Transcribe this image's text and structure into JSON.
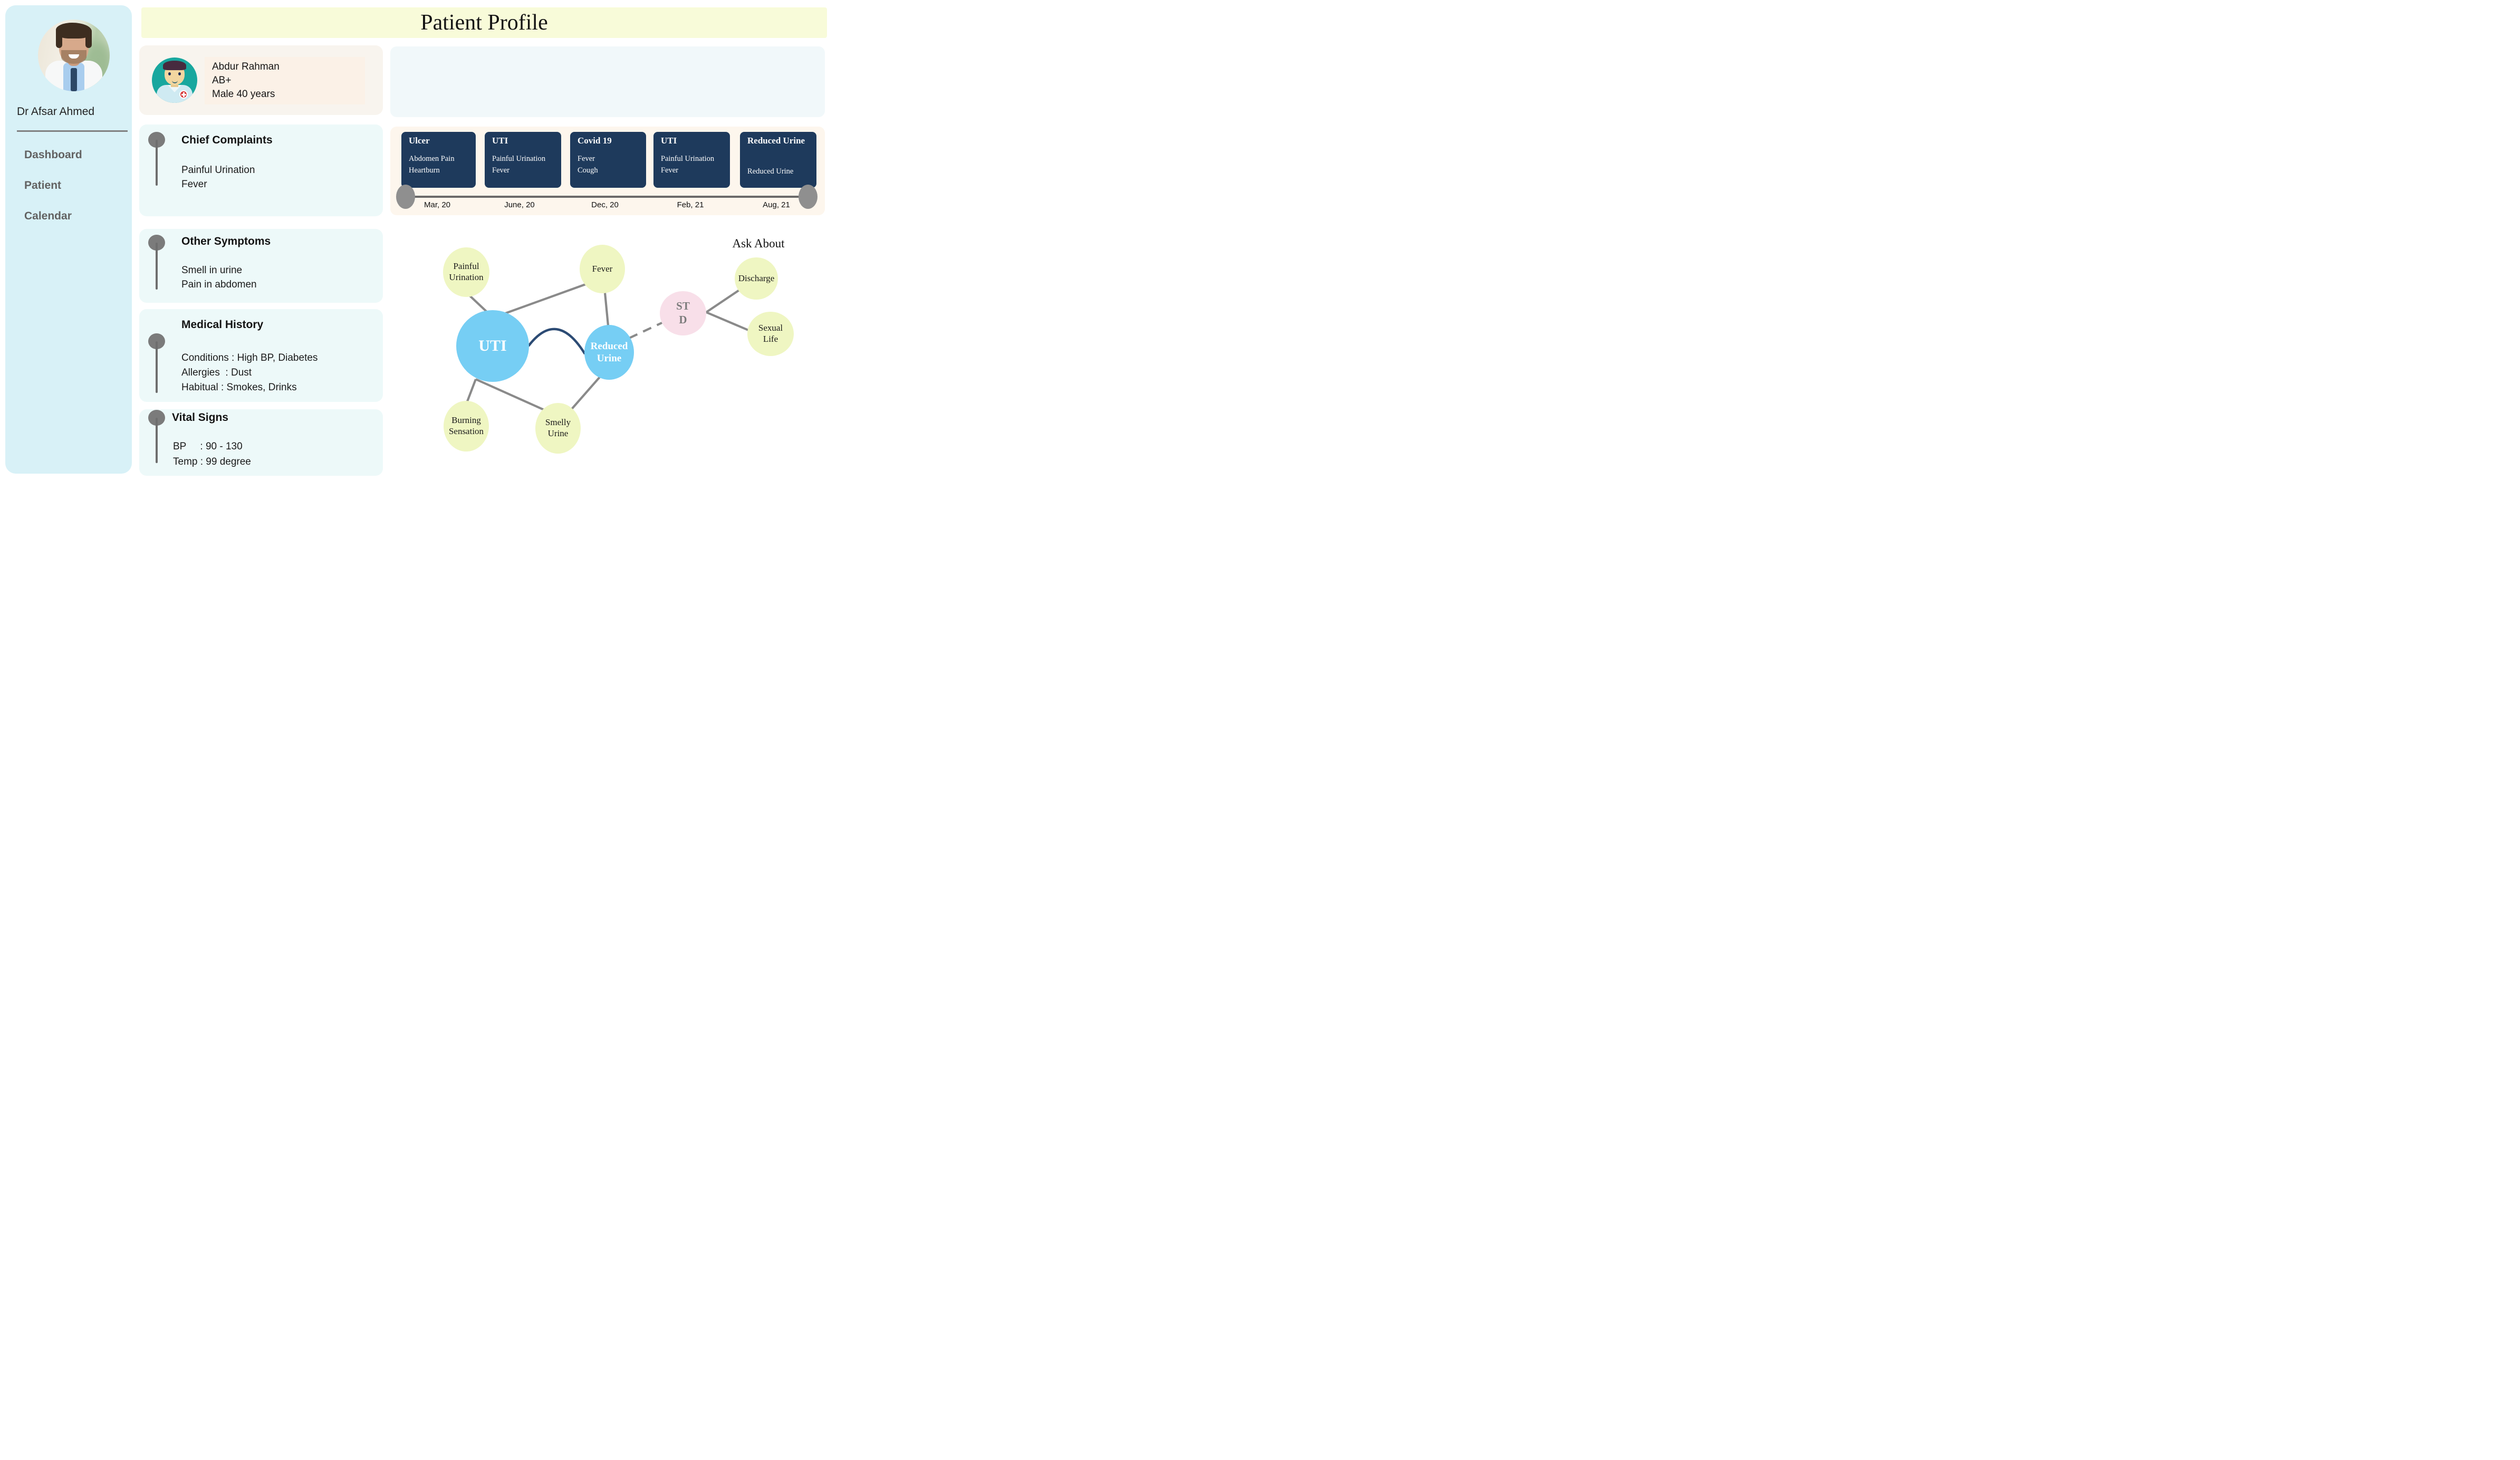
{
  "header": {
    "title": "Patient Profile"
  },
  "sidebar": {
    "doctor_name": "Dr Afsar Ahmed",
    "menu": [
      {
        "label": "Dashboard"
      },
      {
        "label": "Patient"
      },
      {
        "label": "Calendar"
      }
    ]
  },
  "patient_card": {
    "name": "Abdur Rahman",
    "blood_group": "AB+",
    "age_sex": "Male 40 years"
  },
  "sections": [
    {
      "title": "Chief Complaints",
      "items": [
        "Painful Urination",
        "Fever"
      ]
    },
    {
      "title": "Other Symptoms",
      "items": [
        "Smell in urine",
        "Pain in abdomen"
      ]
    },
    {
      "title": "Medical History",
      "items": [
        "Conditions : High BP, Diabetes",
        "Allergies  : Dust",
        "Habitual : Smokes, Drinks"
      ]
    },
    {
      "title": "Vital Signs",
      "items": [
        "BP     : 90 - 130",
        "Temp : 99 degree"
      ]
    }
  ],
  "timeline": {
    "events": [
      {
        "title": "Ulcer",
        "details": [
          "Abdomen Pain",
          "Heartburn"
        ],
        "date": "Mar, 20"
      },
      {
        "title": "UTI",
        "details": [
          "Painful Urination",
          "Fever"
        ],
        "date": "June, 20"
      },
      {
        "title": "Covid 19",
        "details": [
          "Fever",
          "Cough"
        ],
        "date": "Dec, 20"
      },
      {
        "title": "UTI",
        "details": [
          "Painful Urination",
          "Fever"
        ],
        "date": "Feb, 21"
      },
      {
        "title": "Reduced Urine",
        "details": [
          "Reduced Urine"
        ],
        "date": "Aug, 21"
      }
    ]
  },
  "network": {
    "annotation": "Ask About",
    "nodes": [
      {
        "id": "painful-urination",
        "lines": [
          "Painful",
          "Urination"
        ]
      },
      {
        "id": "fever",
        "lines": [
          "Fever"
        ]
      },
      {
        "id": "uti",
        "lines": [
          "UTI"
        ]
      },
      {
        "id": "reduced-urine",
        "lines": [
          "Reduced",
          "Urine"
        ]
      },
      {
        "id": "std",
        "lines": [
          "ST",
          "D"
        ]
      },
      {
        "id": "discharge",
        "lines": [
          "Discharge"
        ]
      },
      {
        "id": "sexual-life",
        "lines": [
          "Sexual",
          "Life"
        ]
      },
      {
        "id": "burning-sensation",
        "lines": [
          "Burning",
          "Sensation"
        ]
      },
      {
        "id": "smelly-urine",
        "lines": [
          "Smelly",
          "Urine"
        ]
      }
    ],
    "edges": [
      {
        "from": "painful-urination",
        "to": "uti",
        "style": "solid"
      },
      {
        "from": "fever",
        "to": "uti",
        "style": "solid"
      },
      {
        "from": "fever",
        "to": "reduced-urine",
        "style": "solid"
      },
      {
        "from": "uti",
        "to": "reduced-urine",
        "style": "curved-navy"
      },
      {
        "from": "uti",
        "to": "burning-sensation",
        "style": "solid"
      },
      {
        "from": "uti",
        "to": "smelly-urine",
        "style": "solid"
      },
      {
        "from": "smelly-urine",
        "to": "reduced-urine",
        "style": "solid"
      },
      {
        "from": "reduced-urine",
        "to": "std",
        "style": "dashed"
      },
      {
        "from": "std",
        "to": "discharge",
        "style": "solid"
      },
      {
        "from": "std",
        "to": "sexual-life",
        "style": "solid"
      }
    ]
  },
  "colors": {
    "sidebar_bg": "#d8f1f7",
    "header_bg": "#f8fbd9",
    "section_card_bg": "#edf9f9",
    "patient_card_bg": "#f8f4ee",
    "patient_inner_bg": "#fbf1e7",
    "top_panel_bg": "#f1f8fa",
    "timeline_bg": "#fdf6ed",
    "event_card_bg": "#1e3a5c",
    "node_yellow": "#eff6c2",
    "node_blue": "#76cef4",
    "node_pink": "#f8dfe9",
    "edge_gray": "#8a8a8a",
    "edge_navy": "#2c4b74"
  }
}
